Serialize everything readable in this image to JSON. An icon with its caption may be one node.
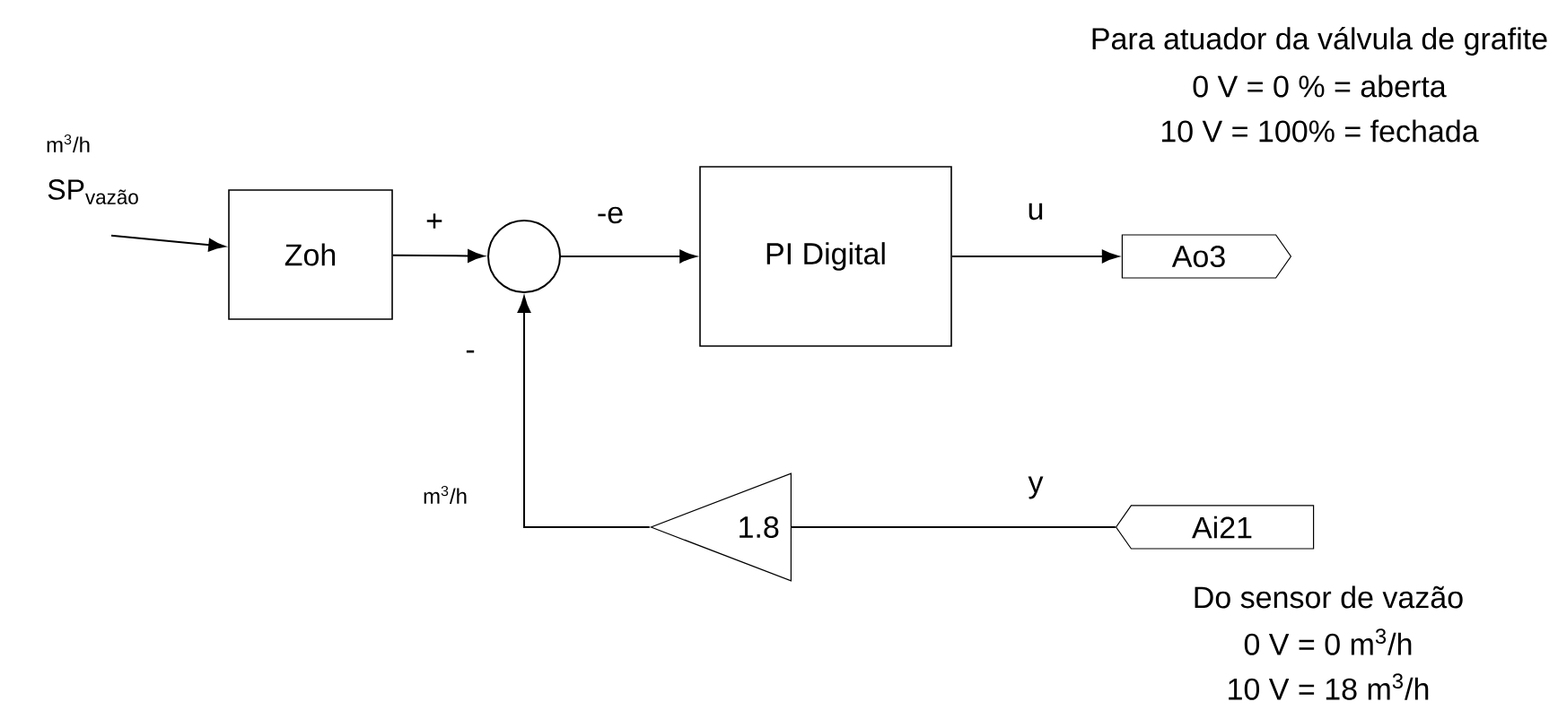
{
  "diagram": {
    "nodes": [
      {
        "text": [
          "SP$_{vazão}$"
        ]
      },
      {
        "text": [
          "Zoh"
        ]
      },
      {
        "text": [],
        "shape": "circle"
      },
      {
        "text": [
          "PI Digital"
        ]
      },
      {
        "text": [
          "Ao3"
        ],
        "beside": [
          "Para atuador da válvula de grafite",
          "0 V = 0 % = aberta",
          "10 V = 100% = fechada"
        ]
      },
      {
        "text": [
          "Ai21"
        ],
        "beside": [
          "Do sensor de vazão",
          "0 V = 0 m$^{3}$/h",
          "10 V = 18 m$^{3}$/h"
        ]
      },
      {
        "text": [
          "1.8"
        ]
      }
    ],
    "edges": [
      {
        "from": 0,
        "to": 1,
        "arrow": "to"
      },
      {
        "from": 1,
        "to": 2,
        "arrow": "to",
        "label": "+"
      },
      {
        "from": 2,
        "to": 3,
        "arrow": "to",
        "label": "-e"
      },
      {
        "from": 3,
        "to": 4,
        "arrow": "to",
        "label": "u"
      },
      {
        "from": 5,
        "to": 6,
        "arrow": "none",
        "label": "y"
      },
      {
        "from": 6,
        "to": 2,
        "arrow": "to",
        "label": "-"
      }
    ],
    "labels": [
      "m$^{3}$/h",
      "m$^{3}$/h"
    ]
  }
}
